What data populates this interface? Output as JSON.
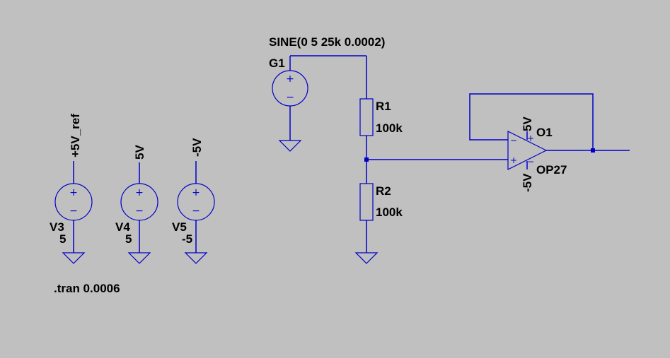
{
  "sources": {
    "v3": {
      "name": "V3",
      "value": "5",
      "net": "+5V_ref"
    },
    "v4": {
      "name": "V4",
      "value": "5",
      "net": "5V"
    },
    "v5": {
      "name": "V5",
      "value": "-5",
      "net": "-5V"
    },
    "g1": {
      "name": "G1",
      "spec": "SINE(0 5 25k 0.0002)"
    }
  },
  "resistors": {
    "r1": {
      "name": "R1",
      "value": "100k"
    },
    "r2": {
      "name": "R2",
      "value": "100k"
    }
  },
  "opamp": {
    "name": "O1",
    "model": "OP27",
    "vpos": "5V",
    "vneg": "-5V"
  },
  "directive": ".tran 0.0006",
  "colors": {
    "background": "#c0c0c0",
    "wire": "#0000c8",
    "text": "#000000"
  }
}
